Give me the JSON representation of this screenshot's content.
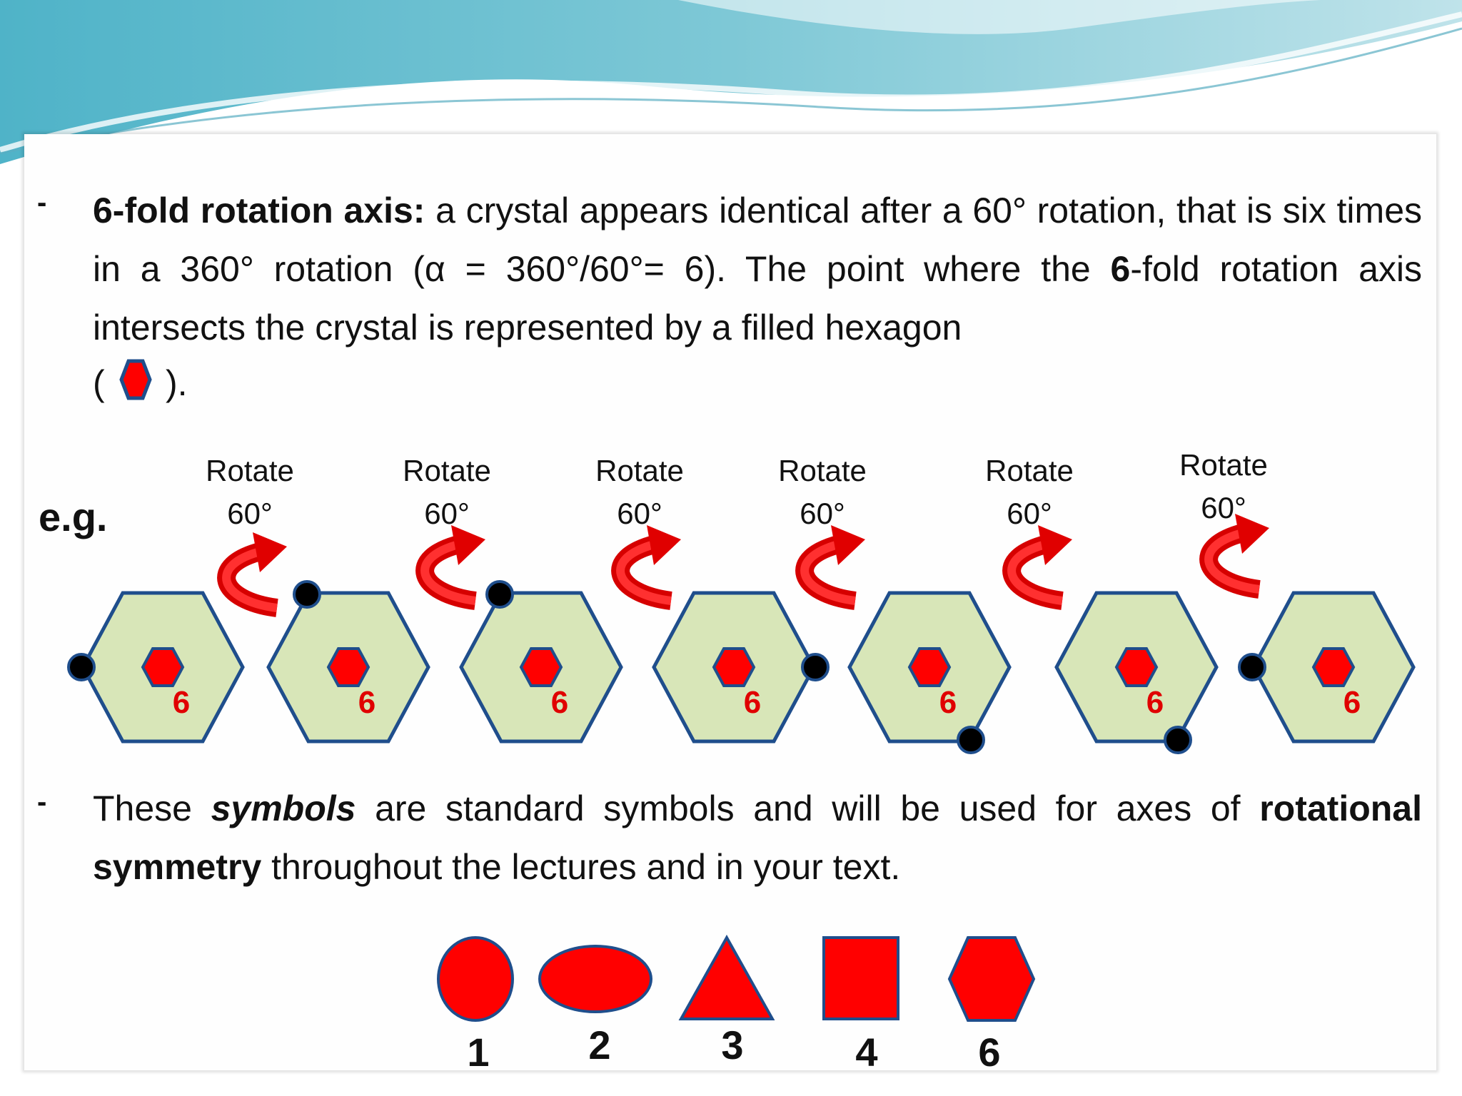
{
  "bullet1": {
    "dash": "-",
    "term": "6-fold rotation axis:",
    "text_a": " a crystal appears identical after a 60° rotation, that is six times in a 360° rotation (α = 360°/60°= 6). The point where the ",
    "bold_6": "6",
    "text_b": "-fold rotation axis intersects the crystal is represented by a filled hexagon",
    "paren_open": "(",
    "paren_close": ")."
  },
  "example": {
    "label": "e.g.",
    "rotations": [
      {
        "line1": "Rotate",
        "line2": "60°"
      },
      {
        "line1": "Rotate",
        "line2": "60°"
      },
      {
        "line1": "Rotate",
        "line2": "60°"
      },
      {
        "line1": "Rotate",
        "line2": "60°"
      },
      {
        "line1": "Rotate",
        "line2": "60°"
      },
      {
        "line1": "Rotate",
        "line2": "60°"
      }
    ],
    "hexagon_label": "6",
    "hexagon_count": 7
  },
  "bullet2": {
    "dash": "-",
    "t1": "These ",
    "symbols": "symbols",
    "t2": " are standard symbols and will be used for axes of ",
    "rot_sym": "rotational symmetry",
    "t3": " throughout the lectures and in your text."
  },
  "symbols": [
    {
      "shape": "circle",
      "label": "1"
    },
    {
      "shape": "ellipse",
      "label": "2"
    },
    {
      "shape": "triangle",
      "label": "3"
    },
    {
      "shape": "square",
      "label": "4"
    },
    {
      "shape": "hexagon",
      "label": "6"
    }
  ],
  "colors": {
    "symbol_fill": "#ff0000",
    "symbol_stroke": "#1f4e8c",
    "hex_fill": "#d8e6b8",
    "number_red": "#e00000",
    "wave": "#6fbfcf"
  }
}
